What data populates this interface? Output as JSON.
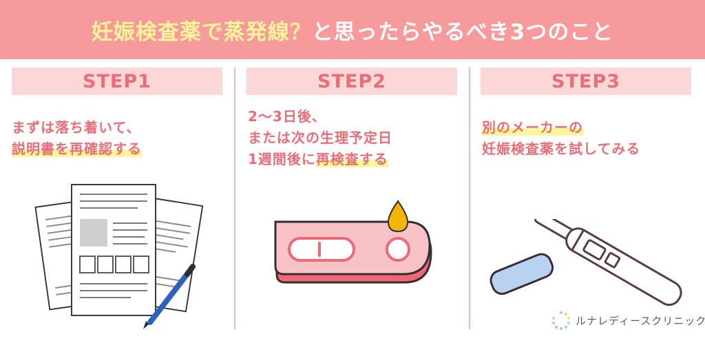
{
  "title": {
    "highlight": "妊娠検査薬で蒸発線？",
    "rest": "と思ったらやるべき3つのこと"
  },
  "steps": [
    {
      "label": "STEP1",
      "lines": [
        {
          "plain": "まずは落ち着いて、",
          "marked": ""
        },
        {
          "plain": "",
          "marked": "説明書を再確認する"
        }
      ]
    },
    {
      "label": "STEP2",
      "lines": [
        {
          "plain": "2～3日後、",
          "marked": ""
        },
        {
          "plain": "または次の生理予定日",
          "marked": ""
        },
        {
          "plain": "1週間後に",
          "marked": "再検査する"
        }
      ]
    },
    {
      "label": "STEP3",
      "lines": [
        {
          "plain": "",
          "marked": "別のメーカーの"
        },
        {
          "plain": "妊娠検査薬を試してみる",
          "marked": ""
        }
      ]
    }
  ],
  "logo": {
    "text": "ルナレディースクリニック"
  },
  "colors": {
    "header_bg": "#f79a9c",
    "title_highlight": "#fff49a",
    "step_header_bg": "#fcd7d7",
    "accent_text": "#ec6d77",
    "text_marker": "#fff59d"
  },
  "icons": [
    "documents-illustration",
    "pen-icon",
    "pregnancy-test-icon",
    "droplet-icon",
    "test-stick-icon",
    "cap-icon",
    "logo-dots-icon"
  ]
}
